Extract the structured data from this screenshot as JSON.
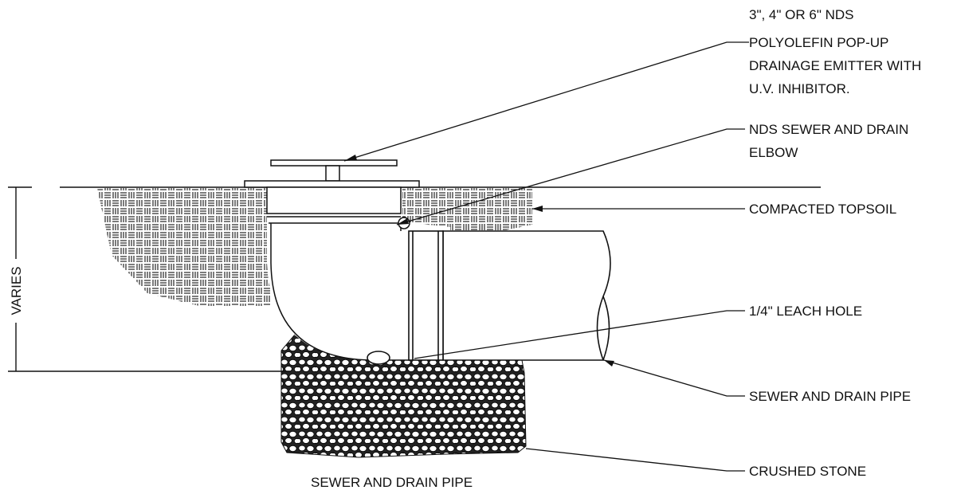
{
  "callouts": {
    "emitter": [
      "3\", 4\" OR  6\" NDS",
      "POLYOLEFIN POP-UP",
      "DRAINAGE EMITTER WITH",
      "U.V. INHIBITOR."
    ],
    "elbow": [
      "NDS SEWER AND DRAIN",
      "ELBOW"
    ],
    "topsoil": "COMPACTED TOPSOIL",
    "leach_hole": "1/4\" LEACH  HOLE",
    "pipe": "SEWER AND DRAIN PIPE",
    "stone": "CRUSHED STONE"
  },
  "dimension_label": "VARIES",
  "bottom_caption": "SEWER AND DRAIN PIPE"
}
